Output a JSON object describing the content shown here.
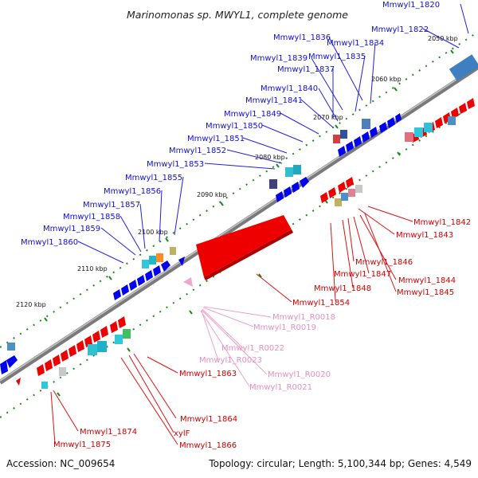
{
  "title": "Marinomonas sp. MWYL1, complete genome",
  "footer": {
    "accession": "Accession: NC_009654",
    "topology": "Topology: circular; Length: 5,100,344 bp; Genes: 4,549"
  },
  "scale_labels": [
    "2050 kbp",
    "2060 kbp",
    "2070 kbp",
    "2080 kbp",
    "2090 kbp",
    "2100 kbp",
    "2110 kbp",
    "2120 kbp"
  ],
  "labels": {
    "forward": [
      "Mmwyl1_1820",
      "Mmwyl1_1822",
      "Mmwyl1_1836",
      "Mmwyl1_1834",
      "Mmwyl1_1839",
      "Mmwyl1_1835",
      "Mmwyl1_1837",
      "Mmwyl1_1840",
      "Mmwyl1_1841",
      "Mmwyl1_1849",
      "Mmwyl1_1850",
      "Mmwyl1_1851",
      "Mmwyl1_1852",
      "Mmwyl1_1853",
      "Mmwyl1_1855",
      "Mmwyl1_1856",
      "Mmwyl1_1857",
      "Mmwyl1_1858",
      "Mmwyl1_1859",
      "Mmwyl1_1860"
    ],
    "reverse": [
      "Mmwyl1_1842",
      "Mmwyl1_1843",
      "Mmwyl1_1846",
      "Mmwyl1_1847",
      "Mmwyl1_1844",
      "Mmwyl1_1845",
      "Mmwyl1_1848",
      "Mmwyl1_1854",
      "Mmwyl1_1863",
      "Mmwyl1_1864",
      "xylF",
      "Mmwyl1_1866",
      "Mmwyl1_1874",
      "Mmwyl1_1875"
    ],
    "rna": [
      "Mmwyl1_R0018",
      "Mmwyl1_R0019",
      "Mmwyl1_R0022",
      "Mmwyl1_R0023",
      "Mmwyl1_R0020",
      "Mmwyl1_R0021"
    ]
  },
  "colors": {
    "forward_label": "#1010d8",
    "reverse_label": "#d00000",
    "rna_label": "#e58fc0",
    "forward_gene": "#0000ee",
    "reverse_gene": "#ee0000",
    "rna_gene": "#f0a8d0",
    "backbone": "#8a8a8a",
    "tick": "#1a8a1a"
  }
}
